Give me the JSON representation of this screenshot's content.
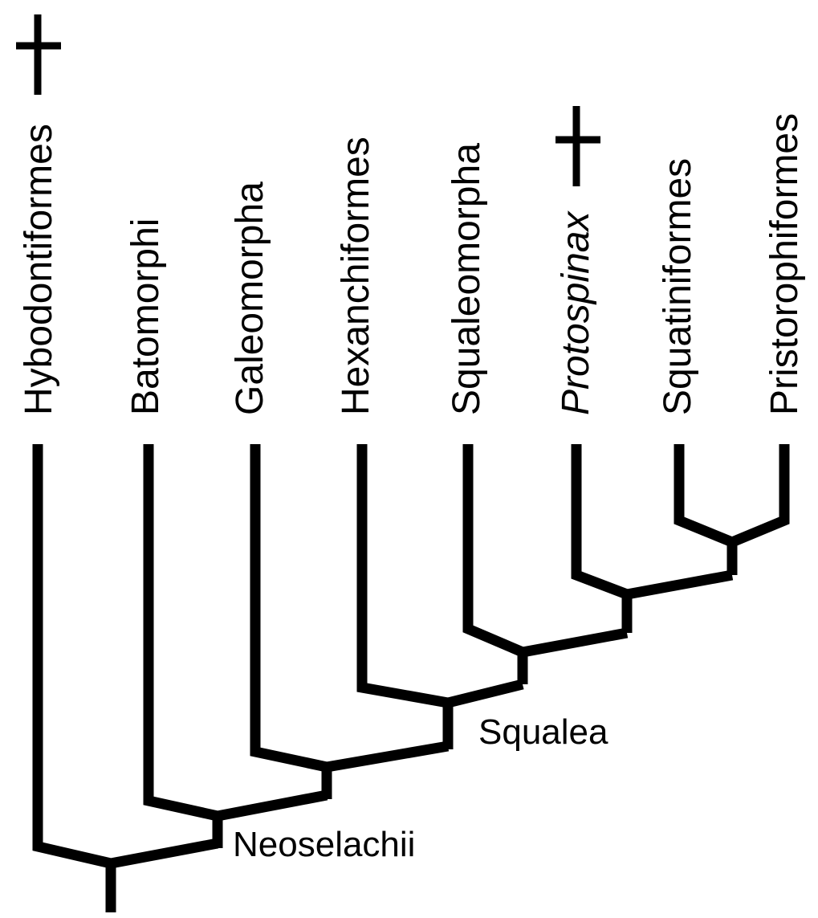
{
  "cladogram": {
    "line_color": "#000000",
    "background": "#ffffff",
    "extinct_marker": "dagger-icon",
    "taxa": [
      {
        "name": "Hybodontiformes",
        "extinct": true,
        "italic": false
      },
      {
        "name": "Batomorphi",
        "extinct": false,
        "italic": false
      },
      {
        "name": "Galeomorpha",
        "extinct": false,
        "italic": false
      },
      {
        "name": "Hexanchiformes",
        "extinct": false,
        "italic": false
      },
      {
        "name": "Squaleomorpha",
        "extinct": false,
        "italic": false
      },
      {
        "name": "Protospinax",
        "extinct": true,
        "italic": true
      },
      {
        "name": "Squatiniformes",
        "extinct": false,
        "italic": false
      },
      {
        "name": "Pristorophiformes",
        "extinct": false,
        "italic": false
      }
    ],
    "clade_labels": {
      "neoselachii": "Neoselachii",
      "squalea": "Squalea"
    }
  }
}
